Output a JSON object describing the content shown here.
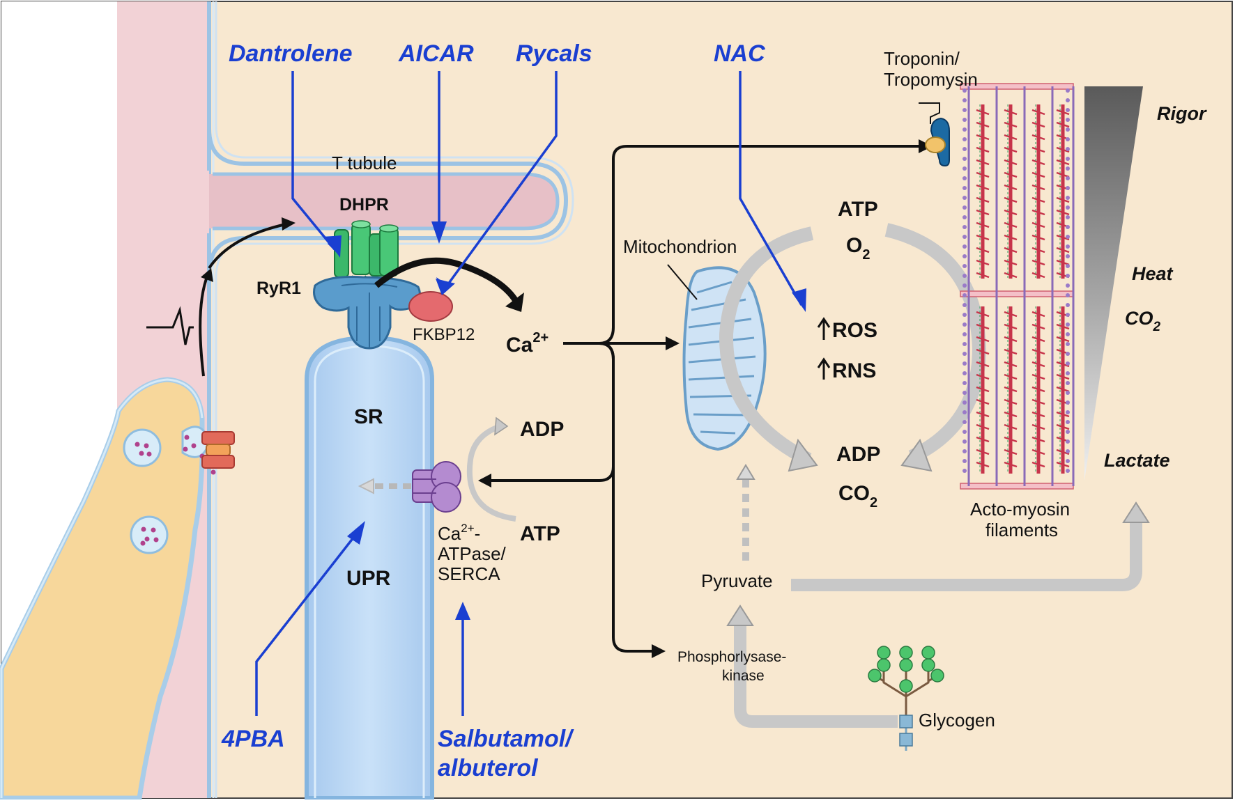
{
  "drugs": {
    "dantrolene": "Dantrolene",
    "aicar": "AICAR",
    "rycals": "Rycals",
    "nac": "NAC",
    "pba": "4PBA",
    "salbutamol_line1": "Salbutamol/",
    "salbutamol_line2": "albuterol"
  },
  "labels": {
    "t_tubule": "T tubule",
    "dhpr": "DHPR",
    "ryr1": "RyR1",
    "fkbp12": "FKBP12",
    "ca_base": "Ca",
    "ca_sup": "2+",
    "sr": "SR",
    "upr": "UPR",
    "adp_serca": "ADP",
    "atp_serca": "ATP",
    "serca_line1_base": "Ca",
    "serca_line1_sup": "2+",
    "serca_line1_tail": "-",
    "serca_line2": "ATPase/",
    "serca_line3": "SERCA",
    "mitochondrion": "Mitochondrion",
    "atp_mito": "ATP",
    "o2_base": "O",
    "o2_sub": "2",
    "ros": "ROS",
    "rns": "RNS",
    "adp_mito": "ADP",
    "co2_mito_base": "CO",
    "co2_mito_sub": "2",
    "troponin_line1": "Troponin/",
    "troponin_line2": "Tropomysin",
    "rigor": "Rigor",
    "heat": "Heat",
    "co2_heat_base": "CO",
    "co2_heat_sub": "2",
    "lactate": "Lactate",
    "acto_line1": "Acto-myosin",
    "acto_line2": "filaments",
    "pyruvate": "Pyruvate",
    "phos_line1": "Phosphorlysase-",
    "phos_line2": "kinase",
    "glycogen": "Glycogen"
  },
  "colors": {
    "drug_blue": "#1a3fd1",
    "cytoplasm": "#f8e8d0",
    "membrane_pink": "#f2d2d6",
    "sr_blue": "#bcd9f5",
    "dhpr_green": "#3cb86a",
    "ryr1_blue": "#5a9ccc",
    "fkbp_red": "#e46a6e",
    "serca_purple": "#b48bd0",
    "myosin_red": "#c7344a",
    "glycogen_green": "#4cc56c"
  }
}
